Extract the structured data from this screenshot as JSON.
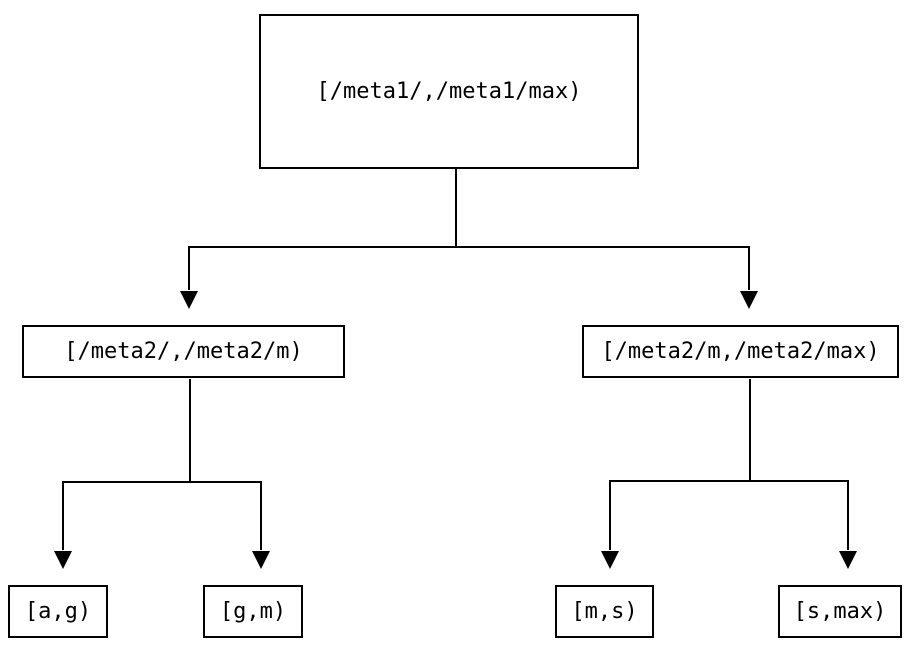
{
  "diagram": {
    "type": "interval-partition-tree",
    "root": {
      "label": "[/meta1/,/meta1/max)"
    },
    "level2": [
      {
        "label": "[/meta2/,/meta2/m)"
      },
      {
        "label": "[/meta2/m,/meta2/max)"
      }
    ],
    "level3": [
      {
        "label": "[a,g)"
      },
      {
        "label": "[g,m)"
      },
      {
        "label": "[m,s)"
      },
      {
        "label": "[s,max)"
      }
    ],
    "colors": {
      "line": "#000000",
      "box_border": "#000000",
      "text": "#000000",
      "background": "#ffffff"
    }
  }
}
